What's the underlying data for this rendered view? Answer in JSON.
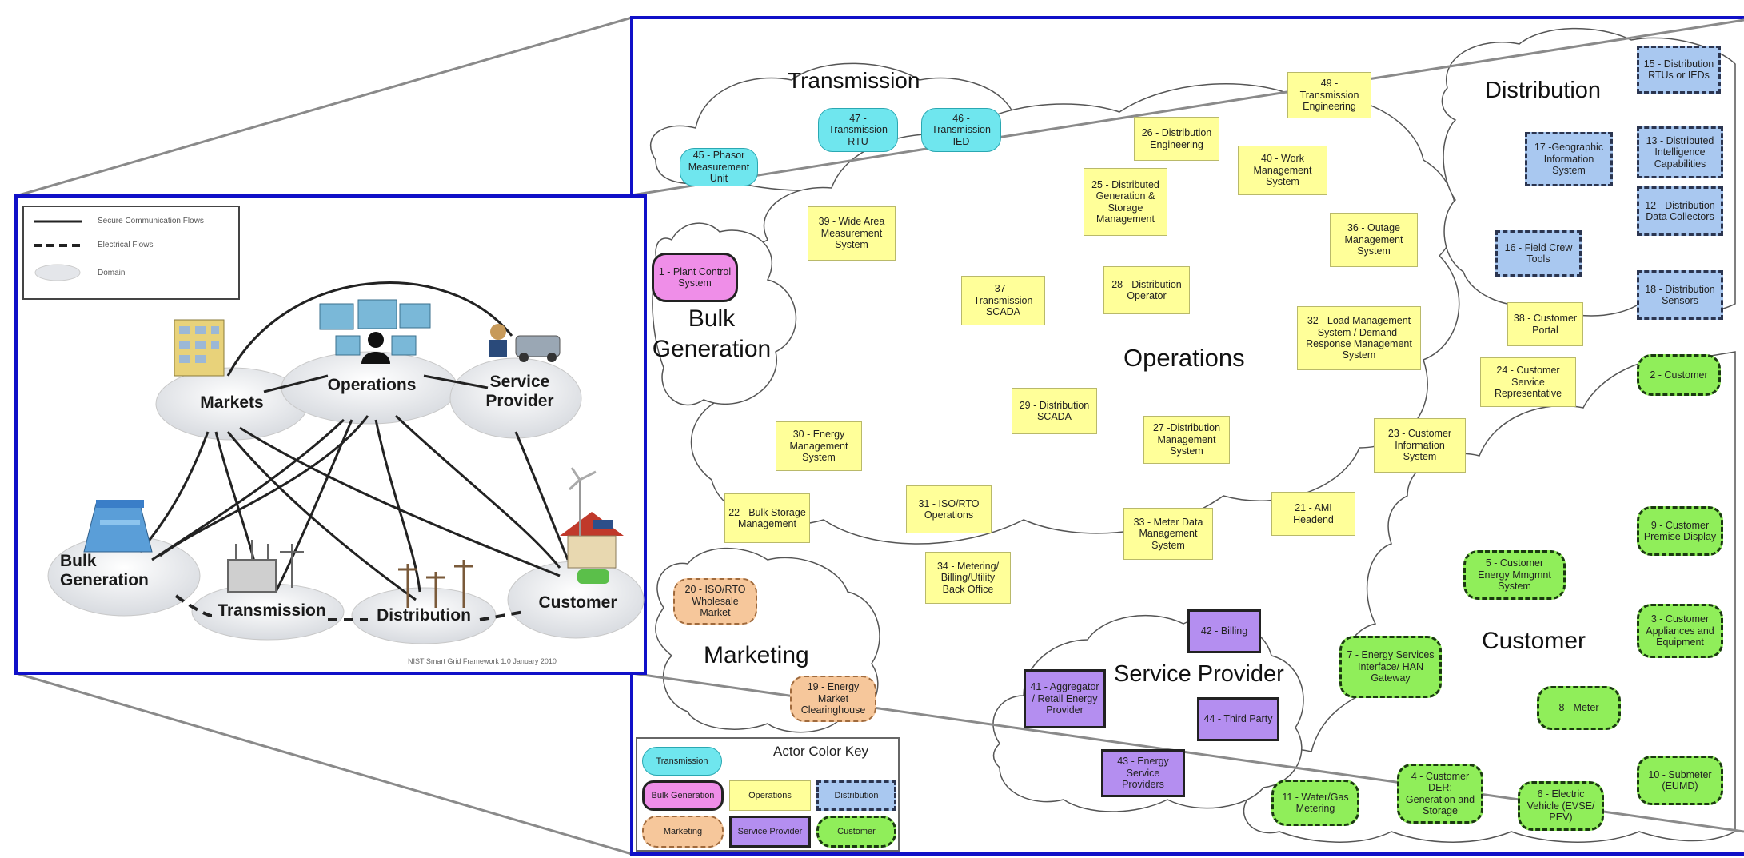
{
  "overview": {
    "legend": {
      "solid": "Secure Communication Flows",
      "dashed": "Electrical Flows",
      "domain": "Domain"
    },
    "nodes": {
      "markets": "Markets",
      "operations": "Operations",
      "service_provider": "Service\nProvider",
      "bulk_generation": "Bulk\nGeneration",
      "transmission": "Transmission",
      "distribution": "Distribution",
      "customer": "Customer"
    },
    "caption": "NIST Smart Grid Framework 1.0 January 2010"
  },
  "domains": {
    "transmission": "Transmission",
    "distribution": "Distribution",
    "bulk_generation": "Bulk\nGeneration",
    "operations": "Operations",
    "marketing": "Marketing",
    "service_provider": "Service Provider",
    "customer": "Customer"
  },
  "actors": {
    "a45": "45 - Phasor Measurement Unit",
    "a47": "47 - Transmission RTU",
    "a46": "46 - Transmission IED",
    "a49": "49 - Transmission Engineering",
    "a26": "26 - Distribution Engineering",
    "a40": "40 - Work Management System",
    "a25": "25 - Distributed Generation & Storage Management",
    "a39": "39 - Wide Area Measurement System",
    "a36": "36 - Outage Management System",
    "a1": "1 - Plant Control System",
    "a37": "37 - Transmission SCADA",
    "a28": "28 - Distribution Operator",
    "a32": "32 - Load Management System / Demand-Response Management System",
    "a29": "29 - Distribution SCADA",
    "a27": "27 -Distribution Management System",
    "a30": "30 - Energy Management System",
    "a23": "23 - Customer Information System",
    "a22": "22 - Bulk Storage Management",
    "a31": "31 - ISO/RTO Operations",
    "a33": "33 - Meter Data Management System",
    "a21": "21 - AMI Headend",
    "a34": "34 - Metering/ Billing/Utility Back Office",
    "a20": "20 - ISO/RTO Wholesale Market",
    "a19": "19 - Energy Market Clearinghouse",
    "a42": "42 - Billing",
    "a41": "41 - Aggregator / Retail Energy Provider",
    "a44": "44 - Third Party",
    "a43": "43 - Energy Service Providers",
    "a15": "15 - Distribution RTUs or IEDs",
    "a17": "17 -Geographic Information System",
    "a13": "13 - Distributed Intelligence Capabilities",
    "a12": "12 - Distribution Data Collectors",
    "a16": "16 - Field Crew Tools",
    "a18": "18 - Distribution Sensors",
    "a38": "38 - Customer Portal",
    "a24": "24 - Customer Service Representative",
    "a2": "2 - Customer",
    "a9": "9 - Customer Premise Display",
    "a5": "5 - Customer Energy Mmgmnt System",
    "a3": "3 - Customer Appliances and Equipment",
    "a7": "7 - Energy Services Interface/ HAN Gateway",
    "a8": "8 - Meter",
    "a4": "4 - Customer DER: Generation and Storage",
    "a6": "6 - Electric Vehicle (EVSE/ PEV)",
    "a10": "10 - Submeter (EUMD)",
    "a11": "11 - Water/Gas Metering"
  },
  "color_key": {
    "title": "Actor Color Key",
    "transmission": "Transmission",
    "bulk_generation": "Bulk Generation",
    "operations": "Operations",
    "distribution": "Distribution",
    "marketing": "Marketing",
    "service_provider": "Service Provider",
    "customer": "Customer"
  },
  "colors": {
    "frame": "#1010c8",
    "transmission": "#6fe6ee",
    "bulk_generation": "#ef8ee8",
    "operations": "#ffff99",
    "distribution": "#a9c8f0",
    "marketing": "#f6c79b",
    "service_provider": "#b48ef0",
    "customer": "#90ee5a"
  }
}
